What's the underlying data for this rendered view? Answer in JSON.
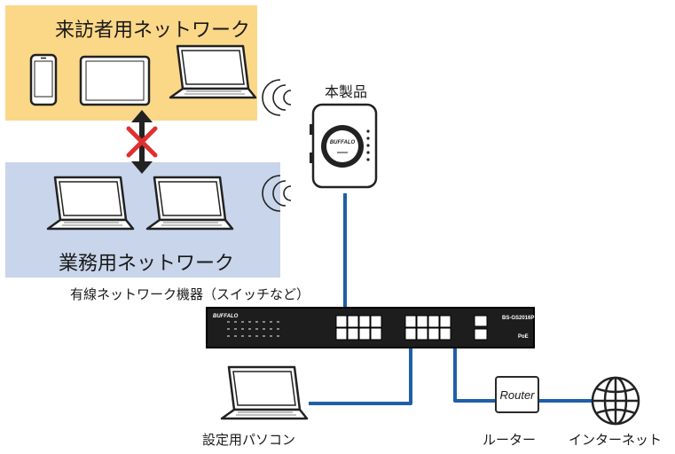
{
  "zones": {
    "guest_title": "来訪者用ネットワーク",
    "business_title": "業務用ネットワーク"
  },
  "labels": {
    "product": "本製品",
    "switch": "有線ネットワーク機器（スイッチなど）",
    "setup_pc": "設定用パソコン",
    "router_caption": "ルーター",
    "internet": "インターネット"
  },
  "router_box_text": "Router",
  "device_markings": {
    "ap_brand": "BUFFALO",
    "switch_brand": "BUFFALO",
    "switch_model": "BS-GS2016P",
    "switch_poe": "PoE"
  },
  "colors": {
    "guest_zone": "#fbd788",
    "business_zone": "#c8d5ea",
    "cable": "#1f5fa8",
    "blocked_x": "#e03030"
  },
  "icons": [
    "smartphone-icon",
    "tablet-icon",
    "laptop-icon",
    "wifi-waves-icon",
    "access-point-icon",
    "network-switch-icon",
    "router-icon",
    "globe-icon",
    "blocked-x-icon",
    "double-arrow-icon"
  ]
}
